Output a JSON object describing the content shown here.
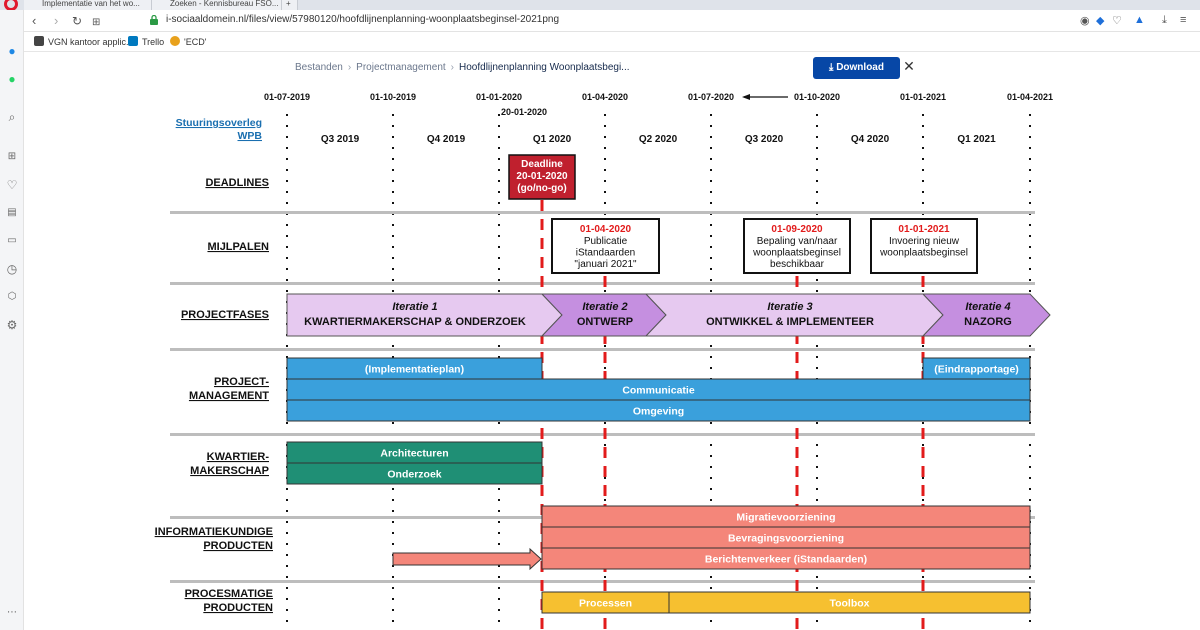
{
  "browser": {
    "tabs": [
      "Implementatie van het wo...",
      "Zoeken - Kennisbureau FSO..."
    ],
    "url": "i-sociaaldomein.nl/files/view/57980120/hoofdlijnenplanning-woonplaatsbeginsel-2021png",
    "bookmarks": [
      "VGN kantoor applic...",
      "Trello",
      "'ECD'"
    ]
  },
  "viewer": {
    "breadcrumbs": [
      "Bestanden",
      "Projectmanagement",
      "Hoofdlijnenplanning Woonplaatsbegi..."
    ],
    "download_label": "Download",
    "close_label": "✕"
  },
  "diagram": {
    "stuurings_label": "Stuuringsoverleg WPB",
    "dates": [
      "01-07-2019",
      "01-10-2019",
      "01-01-2020",
      "01-04-2020",
      "01-07-2020",
      "01-10-2020",
      "01-01-2021",
      "01-04-2021"
    ],
    "date_extra": "20-01-2020",
    "quarters": [
      "Q3 2019",
      "Q4 2019",
      "Q1 2020",
      "Q2 2020",
      "Q3 2020",
      "Q4 2020",
      "Q1 2021"
    ],
    "rows": {
      "deadlines": "DEADLINES",
      "mijlpalen": "MIJLPALEN",
      "projectfases": "PROJECTFASES",
      "projectmanagement": [
        "PROJECT-",
        "MANAGEMENT"
      ],
      "kwartiermakerschap": [
        "KWARTIER-",
        "MAKERSCHAP"
      ],
      "informatiekundige": [
        "INFORMATIEKUNDIGE",
        "PRODUCTEN"
      ],
      "procesmatige": [
        "PROCESMATIGE",
        "PRODUCTEN"
      ]
    },
    "deadline_box": [
      "Deadline",
      "20-01-2020",
      "(go/no-go)"
    ],
    "milestones": [
      {
        "date": "01-04-2020",
        "text": [
          "Publicatie",
          "iStandaarden",
          "\"januari 2021\""
        ]
      },
      {
        "date": "01-09-2020",
        "text": [
          "Bepaling van/naar",
          "woonplaatsbeginsel",
          "beschikbaar"
        ]
      },
      {
        "date": "01-01-2021",
        "text": [
          "Invoering nieuw",
          "woonplaatsbeginsel"
        ]
      }
    ],
    "phases": [
      {
        "title": "Iteratie 1",
        "name": "KWARTIERMAKERSCHAP & ONDERZOEK"
      },
      {
        "title": "Iteratie 2",
        "name": "ONTWERP"
      },
      {
        "title": "Iteratie 3",
        "name": "ONTWIKKEL & IMPLEMENTEER"
      },
      {
        "title": "Iteratie 4",
        "name": "NAZORG"
      }
    ],
    "pm_bars": [
      "(Implementatieplan)",
      "(Eindrapportage)",
      "Communicatie",
      "Omgeving"
    ],
    "km_bars": [
      "Architecturen",
      "Onderzoek"
    ],
    "info_bars": [
      "Migratievoorziening",
      "Bevragingsvoorziening",
      "Berichtenverkeer (iStandaarden)"
    ],
    "proc_bars": [
      "Processen",
      "Toolbox"
    ],
    "colors": {
      "pm": "#3aa0dc",
      "km": "#1f8f75",
      "info": "#f4867a",
      "proc": "#f6c030",
      "phase": "#e6c9f0",
      "phase_dark": "#c58fe0",
      "deadline": "#c0202e",
      "red": "#e21b1b"
    }
  }
}
